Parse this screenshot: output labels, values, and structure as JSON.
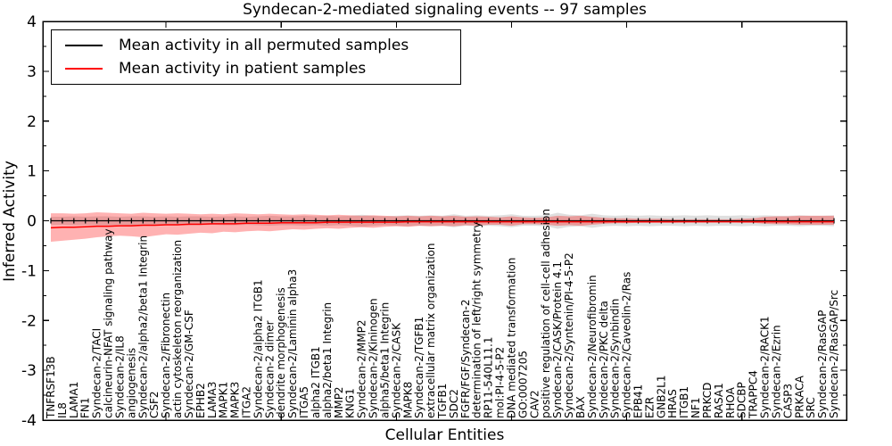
{
  "title": "Syndecan-2-mediated signaling events -- 97 samples",
  "chart_data": {
    "type": "line",
    "title": "Syndecan-2-mediated signaling events -- 97 samples",
    "xlabel": "Cellular Entities",
    "ylabel": "Inferred Activity",
    "ylim": [
      -4,
      4
    ],
    "yticks": [
      "4",
      "3",
      "2",
      "1",
      "0",
      "-1",
      "-2",
      "-3",
      "-4"
    ],
    "minor_tick_step": 0.5,
    "xtick_major_every": 10,
    "grid": false,
    "legend_position": "upper left",
    "categories": [
      "TNFRSF13B",
      "IL8",
      "LAMA1",
      "FN1",
      "Syndecan-2/TACI",
      "calcineurin-NFAT signaling pathway",
      "Syndecan-2/IL8",
      "angiogenesis",
      "Syndecan-2/alpha2/beta1 Integrin",
      "CSF2",
      "Syndecan-2/Fibronectin",
      "actin cytoskeleton reorganization",
      "Syndecan-2/GM-CSF",
      "EPHB2",
      "LAMA3",
      "MAPK1",
      "MAPK3",
      "ITGA2",
      "Syndecan-2/alpha2 ITGB1",
      "Syndecan-2 dimer",
      "dendrite morphogenesis",
      "Syndecan-2/Laminin alpha3",
      "ITGA5",
      "alpha2 ITGB1",
      "alpha2/beta1 Integrin",
      "MMP2",
      "KNG1",
      "Syndecan-2/MMP2",
      "Syndecan-2/Kininogen",
      "alpha5/beta1 Integrin",
      "Syndecan-2/CASK",
      "MAPK8",
      "Syndecan-2/TGFB1",
      "extracellular matrix organization",
      "TGFB1",
      "SDC2",
      "FGFR/FGF/Syndecan-2",
      "determination of left/right symmetry",
      "RP11-540L11.1",
      "mol:PI-4-5-P2",
      "DNA mediated transformation",
      "GO:0007205",
      "CAV2",
      "positive regulation of cell-cell adhesion",
      "Syndecan-2/CASK/Protein 4.1",
      "Syndecan-2/Syntenin/PI-4-5-P2",
      "BAX",
      "Syndecan-2/Neurofibromin",
      "Syndecan-2/PKC delta",
      "Syndecan-2/Synbindin",
      "Syndecan-2/Caveolin-2/Ras",
      "EPB41",
      "EZR",
      "GNB2L1",
      "HRAS",
      "ITGB1",
      "NF1",
      "PRKCD",
      "RASA1",
      "RHOA",
      "SDCBP",
      "TRAPPC4",
      "Syndecan-2/RACK1",
      "Syndecan-2/Ezrin",
      "CASP3",
      "PRKACA",
      "SRC",
      "Syndecan-2/RasGAP",
      "Syndecan-2/RasGAP/Src"
    ],
    "series": [
      {
        "name": "Mean activity in all permuted samples",
        "color": "#000000",
        "marker": "|",
        "values": [
          0,
          0,
          0,
          0,
          0,
          0,
          0,
          0,
          0,
          0,
          0,
          0,
          0,
          0,
          0,
          0,
          0,
          0,
          0,
          0,
          0,
          0,
          0,
          0,
          0,
          0,
          0,
          0,
          0,
          0,
          0,
          0,
          0,
          0,
          0,
          0,
          0,
          0,
          0,
          0,
          0,
          0,
          0,
          0,
          0,
          0,
          0,
          0,
          0,
          0,
          0,
          0,
          0,
          0,
          0,
          0,
          0,
          0,
          0,
          0,
          0,
          0,
          0,
          0,
          0,
          0,
          0,
          0,
          0
        ]
      },
      {
        "name": "Mean activity in patient samples",
        "color": "#ff0000",
        "marker": "none",
        "values": [
          -0.14,
          -0.13,
          -0.13,
          -0.12,
          -0.11,
          -0.11,
          -0.1,
          -0.1,
          -0.09,
          -0.09,
          -0.08,
          -0.08,
          -0.07,
          -0.07,
          -0.06,
          -0.06,
          -0.06,
          -0.05,
          -0.05,
          -0.05,
          -0.04,
          -0.04,
          -0.04,
          -0.04,
          -0.03,
          -0.03,
          -0.03,
          -0.03,
          -0.03,
          -0.03,
          -0.03,
          -0.02,
          -0.02,
          -0.02,
          -0.02,
          -0.02,
          -0.02,
          -0.02,
          -0.02,
          -0.02,
          -0.02,
          -0.02,
          -0.02,
          -0.02,
          -0.02,
          -0.02,
          -0.02,
          -0.02,
          -0.02,
          -0.02,
          -0.02,
          -0.02,
          -0.02,
          -0.02,
          -0.02,
          -0.02,
          -0.02,
          -0.02,
          -0.02,
          -0.02,
          -0.02,
          -0.02,
          -0.02,
          -0.02,
          -0.02,
          -0.02,
          -0.02,
          -0.02,
          -0.02
        ]
      }
    ],
    "bands": [
      {
        "name": "permuted",
        "color": "#808080",
        "alpha": 0.25,
        "upper": [
          0.08,
          0.08,
          0.09,
          0.08,
          0.09,
          0.09,
          0.08,
          0.09,
          0.09,
          0.08,
          0.09,
          0.08,
          0.09,
          0.09,
          0.08,
          0.09,
          0.09,
          0.08,
          0.09,
          0.1,
          0.09,
          0.09,
          0.1,
          0.09,
          0.1,
          0.09,
          0.1,
          0.12,
          0.1,
          0.09,
          0.1,
          0.11,
          0.1,
          0.11,
          0.1,
          0.13,
          0.1,
          0.11,
          0.1,
          0.11,
          0.13,
          0.1,
          0.1,
          0.11,
          0.16,
          0.12,
          0.11,
          0.14,
          0.11,
          0.1,
          0.11,
          0.1,
          0.11,
          0.1,
          0.1,
          0.11,
          0.1,
          0.11,
          0.1,
          0.1,
          0.11,
          0.1,
          0.11,
          0.1,
          0.1,
          0.11,
          0.1,
          0.1,
          0.11
        ],
        "lower": [
          -0.08,
          -0.08,
          -0.09,
          -0.08,
          -0.09,
          -0.09,
          -0.08,
          -0.09,
          -0.09,
          -0.08,
          -0.09,
          -0.08,
          -0.09,
          -0.09,
          -0.08,
          -0.09,
          -0.09,
          -0.08,
          -0.09,
          -0.1,
          -0.09,
          -0.09,
          -0.1,
          -0.09,
          -0.1,
          -0.09,
          -0.1,
          -0.12,
          -0.1,
          -0.09,
          -0.1,
          -0.11,
          -0.1,
          -0.11,
          -0.1,
          -0.13,
          -0.1,
          -0.11,
          -0.1,
          -0.11,
          -0.13,
          -0.1,
          -0.1,
          -0.11,
          -0.16,
          -0.12,
          -0.11,
          -0.14,
          -0.11,
          -0.1,
          -0.11,
          -0.1,
          -0.11,
          -0.1,
          -0.1,
          -0.11,
          -0.1,
          -0.11,
          -0.1,
          -0.1,
          -0.11,
          -0.1,
          -0.11,
          -0.1,
          -0.1,
          -0.11,
          -0.1,
          -0.1,
          -0.11
        ]
      },
      {
        "name": "patient",
        "color": "#ff0000",
        "alpha": 0.3,
        "upper": [
          0.15,
          0.15,
          0.14,
          0.15,
          0.17,
          0.16,
          0.15,
          0.14,
          0.16,
          0.15,
          0.14,
          0.15,
          0.14,
          0.13,
          0.14,
          0.13,
          0.15,
          0.14,
          0.13,
          0.14,
          0.13,
          0.12,
          0.13,
          0.12,
          0.11,
          0.12,
          0.11,
          0.1,
          0.11,
          0.1,
          0.09,
          0.1,
          0.09,
          0.1,
          0.09,
          0.1,
          0.08,
          0.09,
          0.08,
          0.07,
          0.09,
          0.07,
          0.06,
          0.07,
          0.1,
          0.09,
          0.1,
          0.08,
          0.06,
          0.05,
          0.05,
          0.04,
          0.04,
          0.04,
          0.03,
          0.03,
          0.03,
          0.03,
          0.03,
          0.03,
          0.04,
          0.05,
          0.08,
          0.09,
          0.09,
          0.1,
          0.1,
          0.1,
          0.1
        ],
        "lower": [
          -0.42,
          -0.4,
          -0.38,
          -0.36,
          -0.33,
          -0.31,
          -0.3,
          -0.31,
          -0.33,
          -0.3,
          -0.27,
          -0.28,
          -0.26,
          -0.24,
          -0.25,
          -0.22,
          -0.23,
          -0.21,
          -0.2,
          -0.21,
          -0.19,
          -0.17,
          -0.18,
          -0.16,
          -0.15,
          -0.16,
          -0.14,
          -0.13,
          -0.14,
          -0.12,
          -0.11,
          -0.12,
          -0.1,
          -0.11,
          -0.1,
          -0.11,
          -0.09,
          -0.1,
          -0.08,
          -0.08,
          -0.1,
          -0.07,
          -0.07,
          -0.08,
          -0.1,
          -0.09,
          -0.1,
          -0.08,
          -0.06,
          -0.05,
          -0.05,
          -0.04,
          -0.04,
          -0.04,
          -0.04,
          -0.03,
          -0.03,
          -0.03,
          -0.03,
          -0.03,
          -0.04,
          -0.04,
          -0.06,
          -0.07,
          -0.07,
          -0.08,
          -0.08,
          -0.08,
          -0.08
        ]
      }
    ]
  }
}
